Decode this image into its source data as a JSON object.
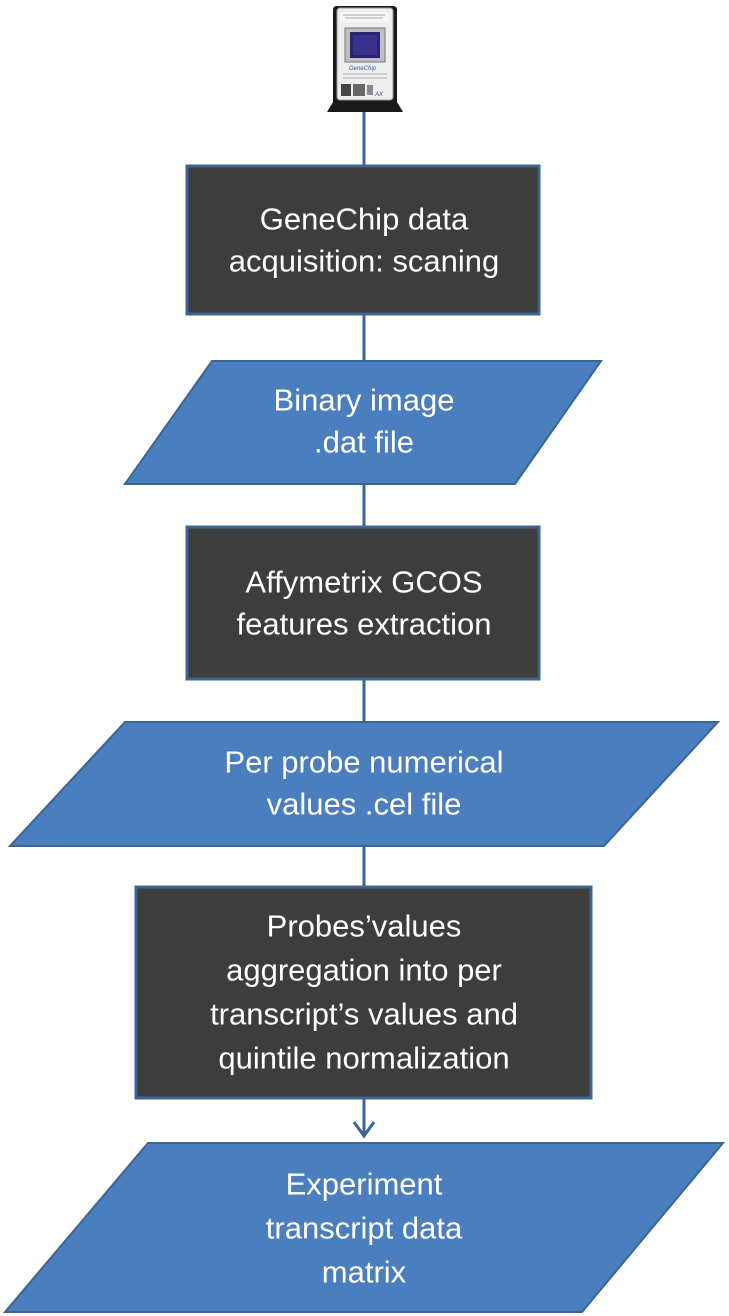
{
  "colors": {
    "process_fill": "#3d3d3d",
    "process_border": "#3a6595",
    "data_fill": "#4a7ebf",
    "data_border": "#3a6595",
    "connector": "#3a6595",
    "text": "#ffffff"
  },
  "chip": {
    "icon": "genechip-cartridge-icon",
    "brand": "GeneChip",
    "logo": "AX"
  },
  "nodes": [
    {
      "id": "scanning",
      "shape": "process",
      "lines": [
        "GeneChip data",
        "acquisition: scaning"
      ]
    },
    {
      "id": "dat_file",
      "shape": "data",
      "lines": [
        "Binary image",
        ".dat file"
      ]
    },
    {
      "id": "gcos",
      "shape": "process",
      "lines": [
        "Affymetrix GCOS",
        "features extraction"
      ]
    },
    {
      "id": "cel_file",
      "shape": "data",
      "lines": [
        "Per probe numerical",
        "values .cel file"
      ]
    },
    {
      "id": "aggregation",
      "shape": "process",
      "lines": [
        "Probes’values",
        "aggregation into per",
        "transcript’s values and",
        "quintile normalization"
      ]
    },
    {
      "id": "matrix",
      "shape": "data",
      "lines": [
        "Experiment",
        "transcript data",
        "matrix"
      ]
    }
  ]
}
